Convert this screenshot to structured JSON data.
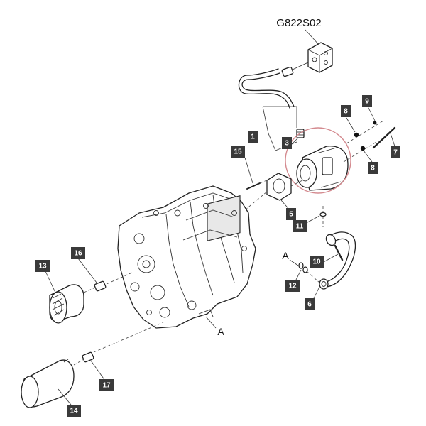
{
  "figure_code": "G822S02",
  "callouts": [
    {
      "id": "c1",
      "label": "1"
    },
    {
      "id": "c3",
      "label": "3"
    },
    {
      "id": "c5",
      "label": "5"
    },
    {
      "id": "c6",
      "label": "6"
    },
    {
      "id": "c7",
      "label": "7"
    },
    {
      "id": "c8a",
      "label": "8"
    },
    {
      "id": "c8b",
      "label": "8"
    },
    {
      "id": "c9",
      "label": "9"
    },
    {
      "id": "c10",
      "label": "10"
    },
    {
      "id": "c11",
      "label": "11"
    },
    {
      "id": "c12",
      "label": "12"
    },
    {
      "id": "c13",
      "label": "13"
    },
    {
      "id": "c14",
      "label": "14"
    },
    {
      "id": "c15",
      "label": "15"
    },
    {
      "id": "c16",
      "label": "16"
    },
    {
      "id": "c17",
      "label": "17"
    }
  ],
  "reference_marks": [
    "A",
    "A"
  ],
  "colors": {
    "callout_fill": "#3a3a3a",
    "callout_text": "#ffffff",
    "highlight_circle": "#d48a8f",
    "line": "#222222"
  }
}
